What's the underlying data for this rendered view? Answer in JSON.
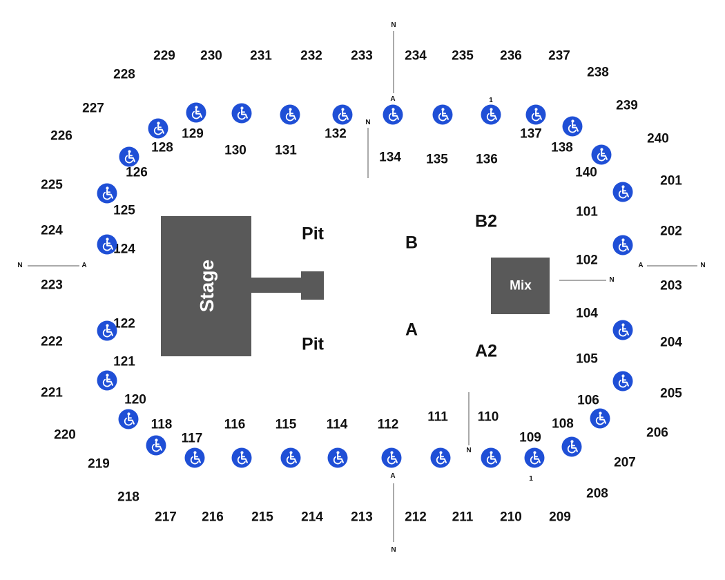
{
  "stage_label": "Stage",
  "mix_label": "Mix",
  "floor_labels": {
    "pit_top": "Pit",
    "pit_bottom": "Pit",
    "b": "B",
    "b2": "B2",
    "a": "A",
    "a2": "A2"
  },
  "sections_lower": [
    "101",
    "102",
    "104",
    "105",
    "106",
    "108",
    "109",
    "110",
    "111",
    "112",
    "114",
    "115",
    "116",
    "117",
    "118",
    "120",
    "121",
    "122",
    "124",
    "125",
    "126",
    "128",
    "129",
    "130",
    "131",
    "132",
    "134",
    "135",
    "136",
    "137",
    "138",
    "140"
  ],
  "sections_upper": [
    "201",
    "202",
    "203",
    "204",
    "205",
    "206",
    "207",
    "208",
    "209",
    "210",
    "211",
    "212",
    "213",
    "214",
    "215",
    "216",
    "217",
    "218",
    "219",
    "220",
    "221",
    "222",
    "223",
    "224",
    "225",
    "226",
    "227",
    "228",
    "229",
    "230",
    "231",
    "232",
    "233",
    "234",
    "235",
    "236",
    "237",
    "238",
    "239",
    "240"
  ],
  "aisle_markers": {
    "top_n": "N",
    "top_a": "A",
    "top_inner_n": "N",
    "top_1": "1",
    "bottom_n": "N",
    "bottom_a": "A",
    "bottom_inner_n": "N",
    "bottom_1": "1",
    "left_n": "N",
    "left_a": "A",
    "right_n": "N",
    "right_a": "A",
    "right_inner_n": "N"
  },
  "accessible_seating_icon": "wheelchair-icon",
  "colors": {
    "accessible": "#1f4fd6",
    "stage": "#595959",
    "text": "#111111"
  }
}
